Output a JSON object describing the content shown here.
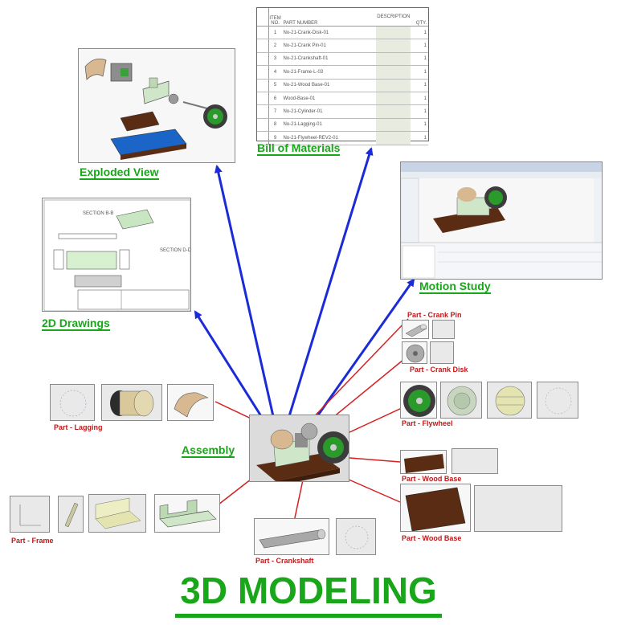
{
  "title": "3D MODELING",
  "outputs": {
    "exploded_view": "Exploded View",
    "bill_of_materials": "Bill of Materials",
    "drawings_2d": "2D Drawings",
    "motion_study": "Motion Study"
  },
  "center": {
    "assembly": "Assembly"
  },
  "parts": {
    "crank_pin": "Part - Crank Pin",
    "crank_disk": "Part - Crank Disk",
    "flywheel": "Part - Flywheel",
    "lagging": "Part - Lagging",
    "wood_base_1": "Part - Wood Base",
    "wood_base_2": "Part - Wood Base",
    "frame": "Part - Frame",
    "crankshaft": "Part - Crankshaft"
  },
  "bom": {
    "headers": {
      "item": "ITEM NO.",
      "part": "PART NUMBER",
      "desc": "DESCRIPTION",
      "qty": "QTY."
    },
    "rows": [
      {
        "no": "1",
        "part": "No-21-Crank-Disk-01",
        "qty": "1"
      },
      {
        "no": "2",
        "part": "No-21-Crank Pin-01",
        "qty": "1"
      },
      {
        "no": "3",
        "part": "No-21-Crankshaft-01",
        "qty": "1"
      },
      {
        "no": "4",
        "part": "No-21-Frame-L-03",
        "qty": "1"
      },
      {
        "no": "5",
        "part": "No-21-Wood Base-01",
        "qty": "1"
      },
      {
        "no": "6",
        "part": "Wood-Base-01",
        "qty": "1"
      },
      {
        "no": "7",
        "part": "No-21-Cylinder-01",
        "qty": "1"
      },
      {
        "no": "8",
        "part": "No-21-Lagging-01",
        "qty": "1"
      },
      {
        "no": "9",
        "part": "No-21-Flywheel-REV2-01",
        "qty": "1"
      }
    ]
  },
  "drawing_text": {
    "section_1": "SECTION B-B",
    "section_2": "SECTION D-D"
  },
  "colors": {
    "green": "#1aa61a",
    "red": "#c01818",
    "arrow_blue": "#1b2bd6",
    "arrow_red": "#d42020",
    "wood": "#5a2c14",
    "flywheel_green": "#2a9a2a"
  }
}
